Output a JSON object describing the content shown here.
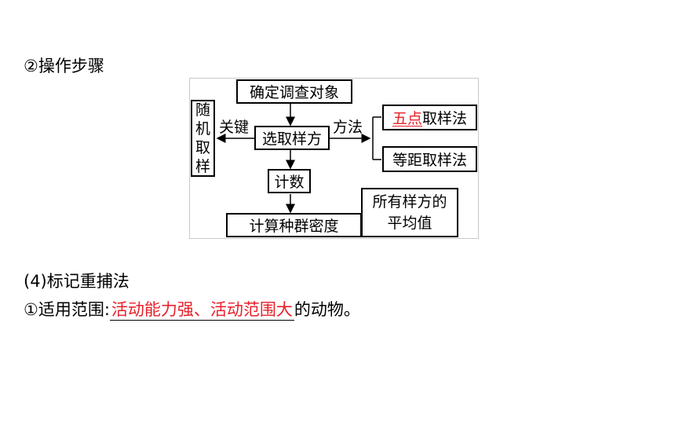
{
  "step_heading": "②操作步骤",
  "flowchart": {
    "determine": "确定调查对象",
    "random_sampling_chars": [
      "随",
      "机",
      "取",
      "样"
    ],
    "key_label": "关键",
    "select_quadrat": "选取样方",
    "method_label": "方法",
    "five_point_red": "五点",
    "five_point_rest": "取样法",
    "equidistant": "等距取样法",
    "count": "计数",
    "calc_density": "计算种群密度",
    "average_line1": "所有样方的",
    "average_line2": "平均值"
  },
  "method_heading": "(4)标记重捕法",
  "scope": {
    "prefix": "①适用范围:",
    "answer": "活动能力强、活动范围大",
    "suffix": "的动物。"
  },
  "colors": {
    "answer_red": "#e8202a"
  }
}
